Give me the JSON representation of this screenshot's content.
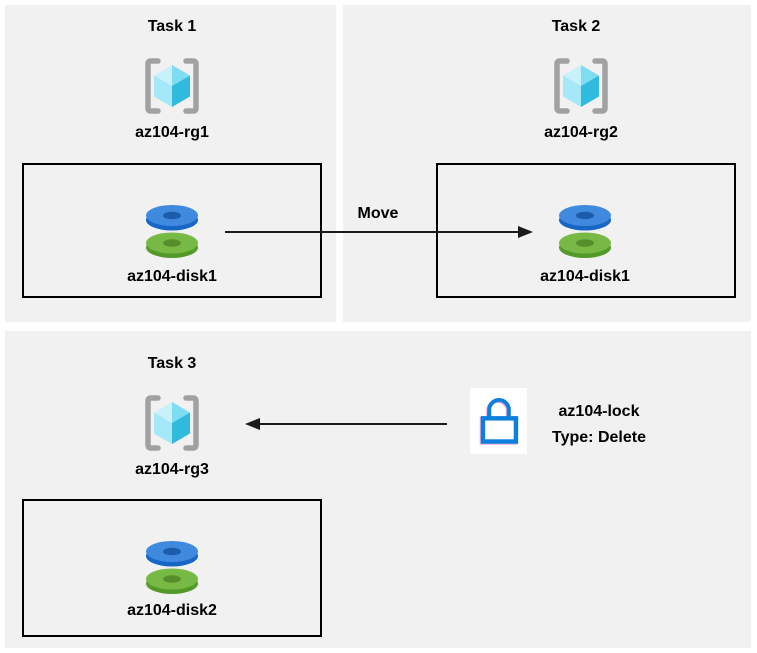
{
  "panels": [
    {
      "title": "Task 1",
      "resource_group": "az104-rg1",
      "disk": "az104-disk1"
    },
    {
      "title": "Task 2",
      "resource_group": "az104-rg2",
      "disk": "az104-disk1"
    },
    {
      "title": "Task 3",
      "resource_group": "az104-rg3",
      "disk": "az104-disk2"
    }
  ],
  "move_arrow": {
    "label": "Move"
  },
  "lock": {
    "name": "az104-lock",
    "type": "Type: Delete"
  },
  "colors": {
    "panel_background": "#f1f1f1",
    "box_border": "#000000",
    "bracket_gray": "#a1a1a1",
    "cube_cyan_lightest": "#c9f1fa",
    "cube_cyan_light": "#a5e8f7",
    "cube_cyan": "#7edcf3",
    "cube_cyan_dark": "#2fbade",
    "disk_blue_top": "#3f8ade",
    "disk_blue_side": "#1766c5",
    "disk_blue_hole": "#1d5cab",
    "disk_green_top": "#78b946",
    "disk_green_side": "#549a2b",
    "disk_green_hole": "#578e2c",
    "lock_blue": "#0f7fdd",
    "arrow_black": "#1a1a1a"
  }
}
